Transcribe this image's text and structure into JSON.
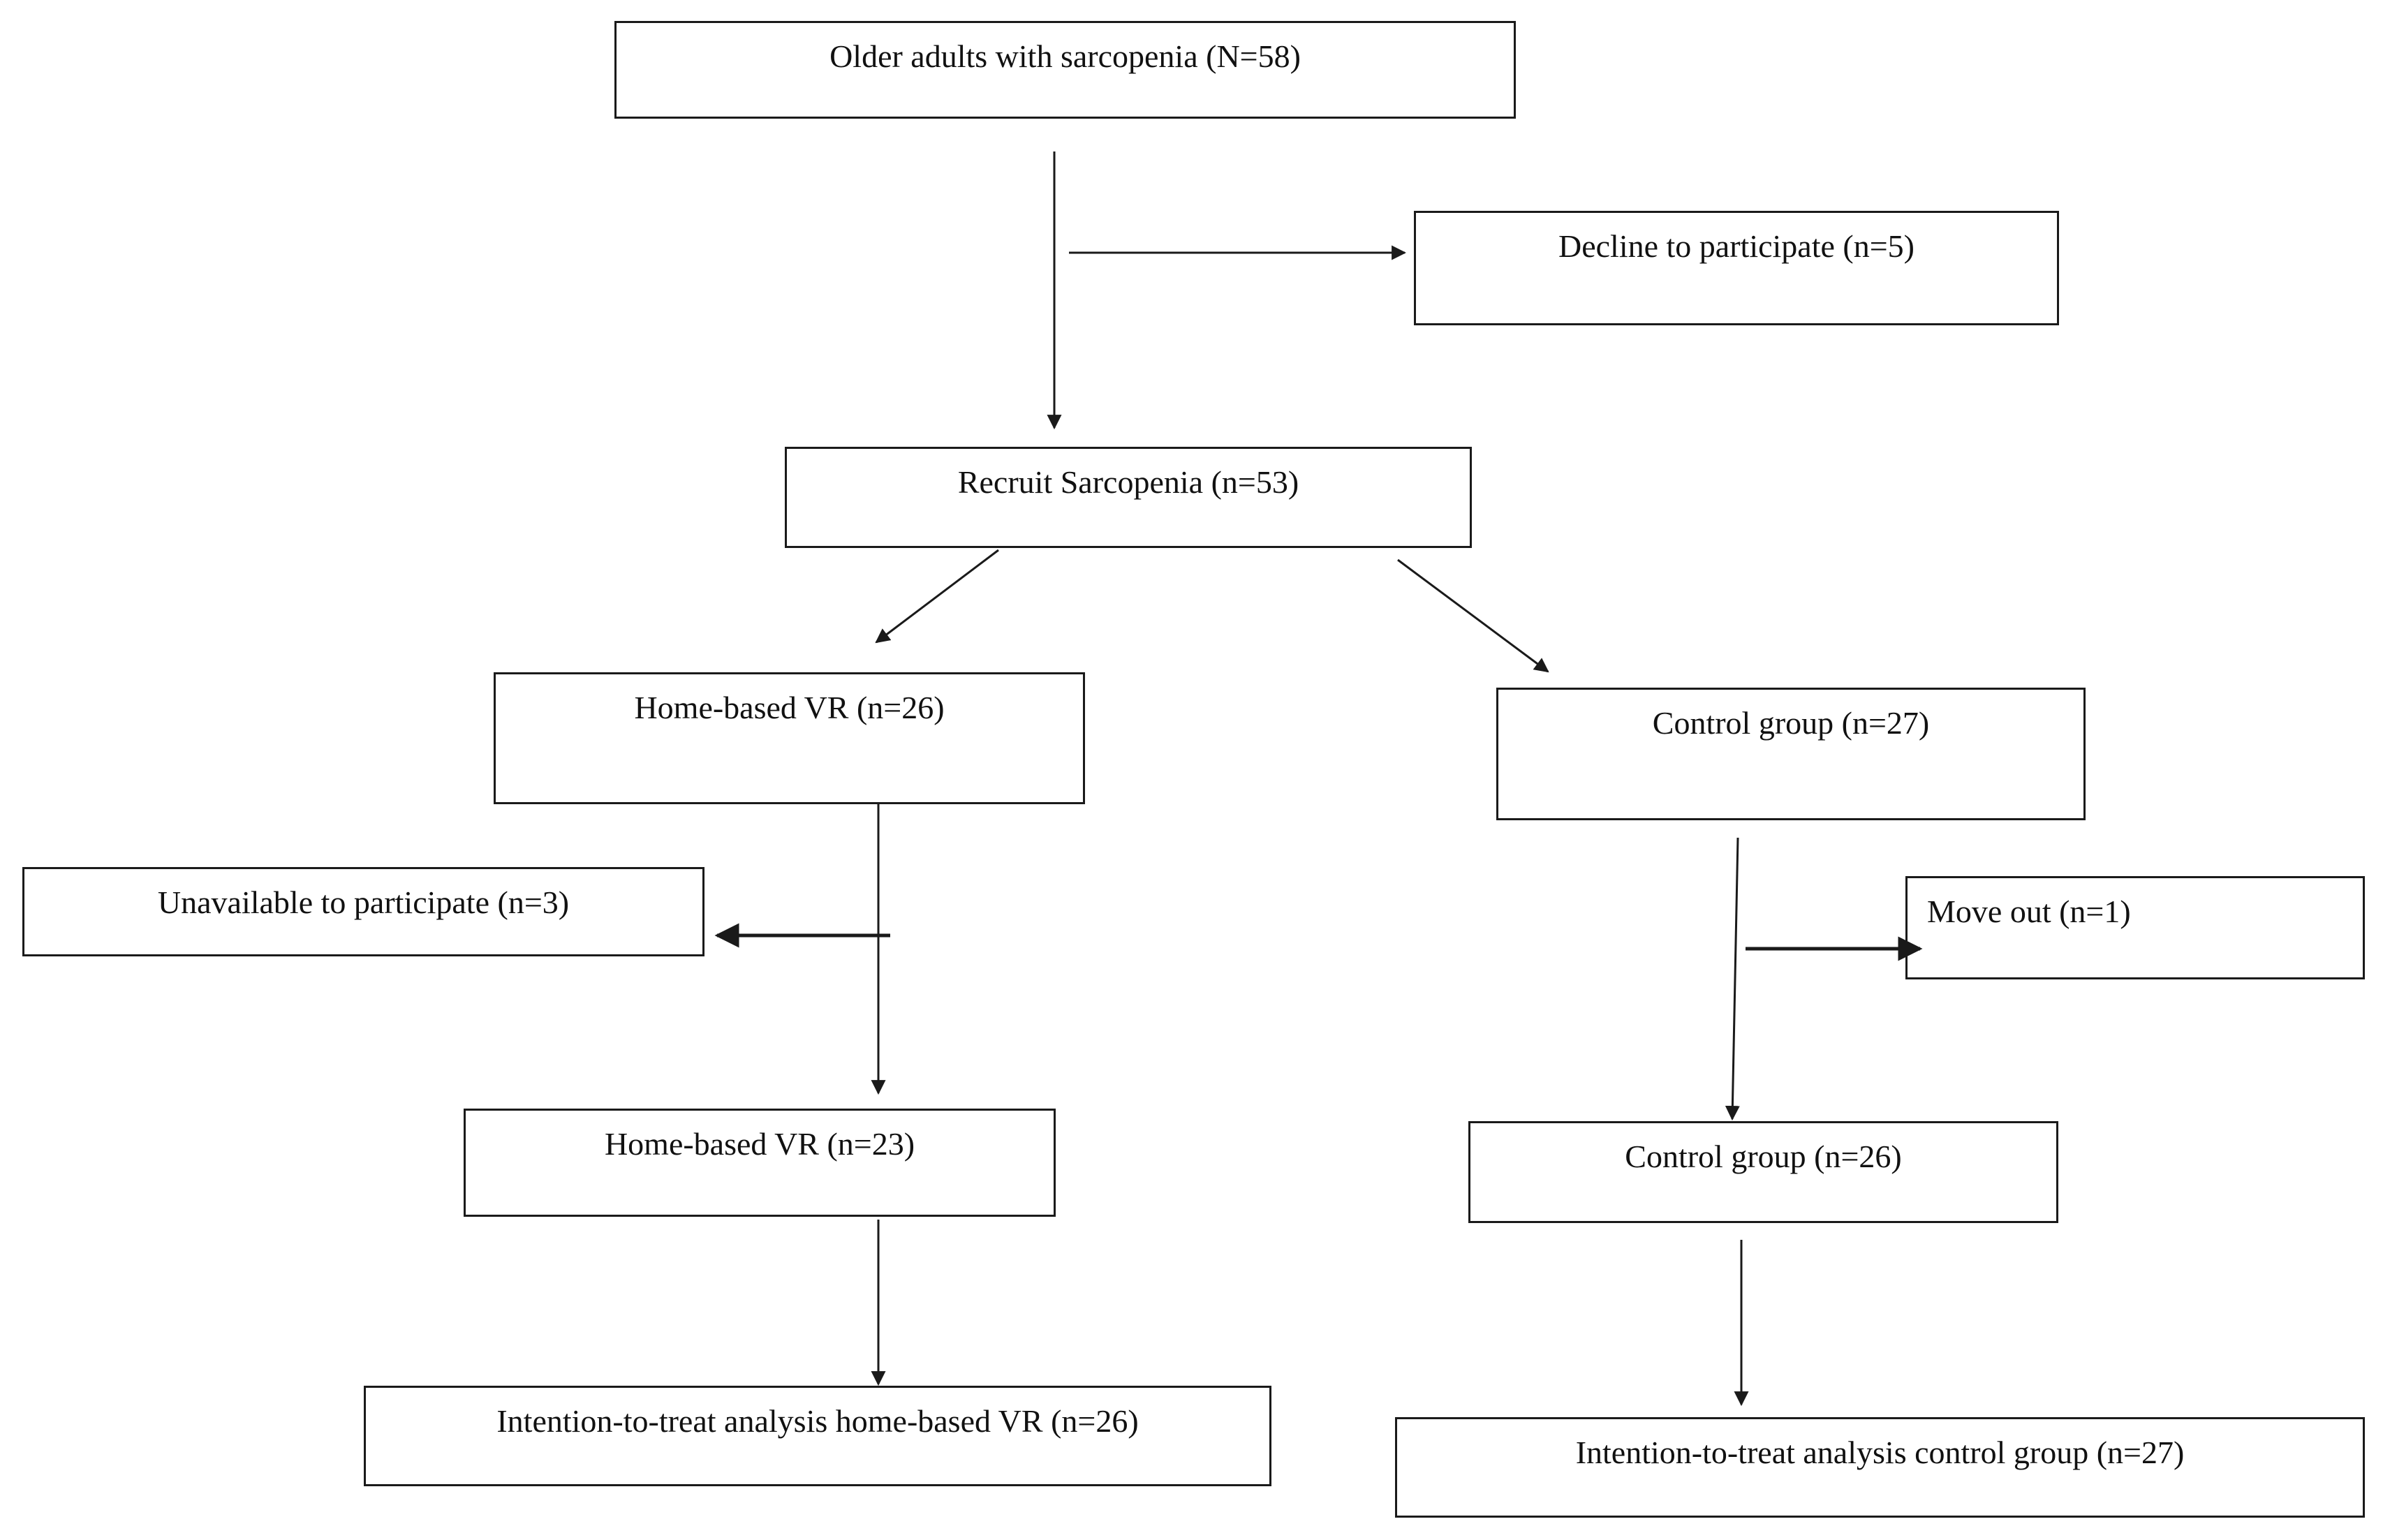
{
  "flowchart": {
    "boxes": {
      "older_adults": "Older adults with sarcopenia (N=58)",
      "decline": "Decline to participate (n=5)",
      "recruit": "Recruit Sarcopenia (n=53)",
      "home_vr_26": "Home-based VR (n=26)",
      "control_27": "Control group (n=27)",
      "unavailable": "Unavailable to participate (n=3)",
      "move_out": "Move out (n=1)",
      "home_vr_23": "Home-based VR (n=23)",
      "control_26": "Control group (n=26)",
      "itt_vr": "Intention-to-treat analysis home-based VR (n=26)",
      "itt_control": "Intention-to-treat analysis control group  (n=27)"
    }
  }
}
